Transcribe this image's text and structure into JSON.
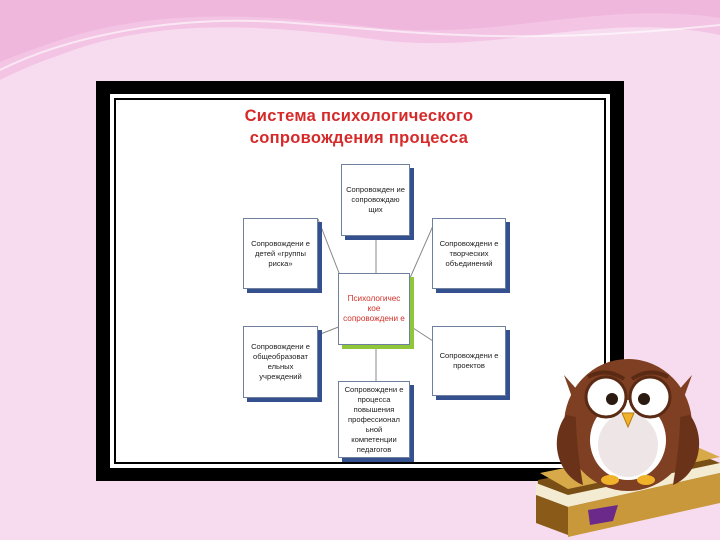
{
  "slide": {
    "title_line1": "Система психологического",
    "title_line2": "сопровождения процесса"
  },
  "diagram": {
    "center": "Психологичес кое сопровождени е",
    "top": "Сопровожден ие сопровождаю щих",
    "top_left": "Сопровождени е детей «группы риска»",
    "top_right": "Сопровождени е творческих объединений",
    "bottom_left": "Сопровождени е общеобразоват ельных учреждений",
    "bottom_right": "Сопровождени е проектов",
    "bottom": "Сопровождени е процесса повышения профессионал ьной компетенции педагогов"
  },
  "colors": {
    "background": "#f7dcef",
    "title": "#d62a2a",
    "box_shadow": "#34508f",
    "center_shadow": "#8fc63a",
    "owl_body": "#8b4a2b",
    "book": "#b98a2e"
  }
}
